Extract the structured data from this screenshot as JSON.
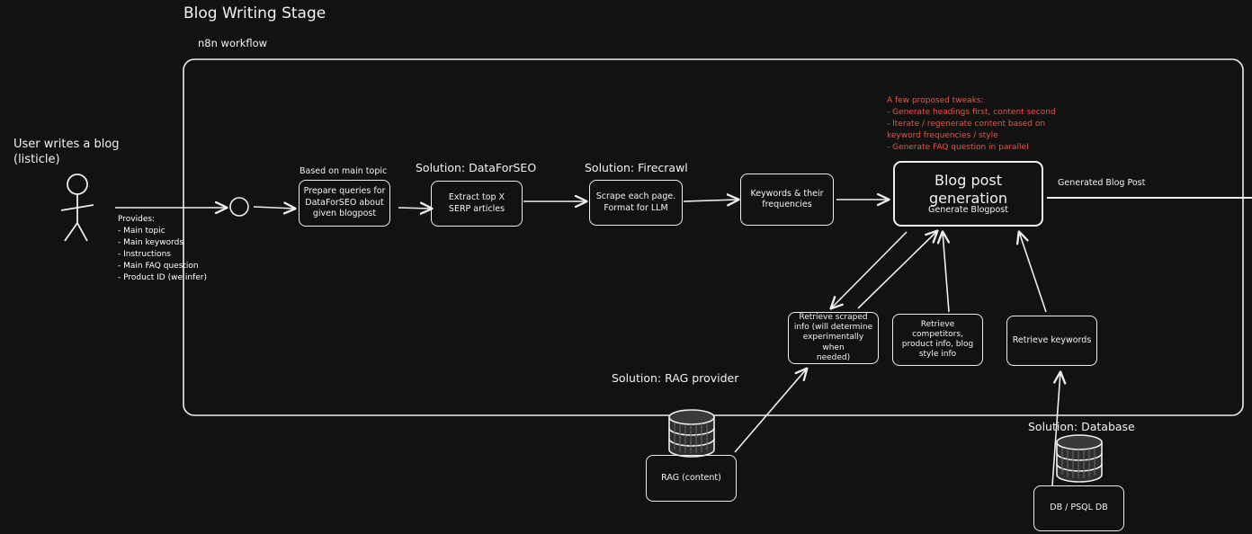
{
  "title": "Blog Writing Stage",
  "subtitle": "n8n workflow",
  "user": {
    "label_line1": "User writes a blog",
    "label_line2": "(listicle)"
  },
  "provides": {
    "heading": "Provides:",
    "items": [
      "- Main topic",
      "- Main keywords",
      "- Instructions",
      "- Main FAQ question",
      "- Product ID (we infer)"
    ]
  },
  "nodes": {
    "prepare_queries": "Prepare queries for\nDataForSEO about\ngiven blogpost",
    "extract_serp": "Extract top X\nSERP articles",
    "scrape_pages": "Scrape each page.\nFormat for LLM",
    "keywords_freq": "Keywords & their\nfrequencies",
    "blog_gen_title": "Blog post\ngeneration",
    "blog_gen_sub": "Generate Blogpost",
    "retrieve_scraped": "Retrieve scraped\ninfo (will determine\nexperimentally when\nneeded)",
    "retrieve_competitors": "Retrieve\ncompetitors,\nproduct info, blog\nstyle info",
    "retrieve_keywords": "Retrieve keywords",
    "rag_content": "RAG (content)",
    "db_psql": "DB / PSQL DB"
  },
  "annotations": {
    "based_on_topic": "Based on main topic",
    "solution_dataforseo": "Solution: DataForSEO",
    "solution_firecrawl": "Solution: Firecrawl",
    "generated_post": "Generated Blog Post",
    "solution_rag": "Solution: RAG provider",
    "solution_database": "Solution: Database"
  },
  "tweaks": {
    "heading": "A few proposed tweaks:",
    "items": [
      "- Generate headings first, content second",
      "- Iterate / regenerate content based on",
      "keyword frequencies / style",
      "- Generate FAQ question in parallel"
    ]
  },
  "colors": {
    "background": "#121212",
    "stroke": "#eeeeee",
    "text": "#f2f2f2",
    "tweak_text": "#e2574c"
  }
}
